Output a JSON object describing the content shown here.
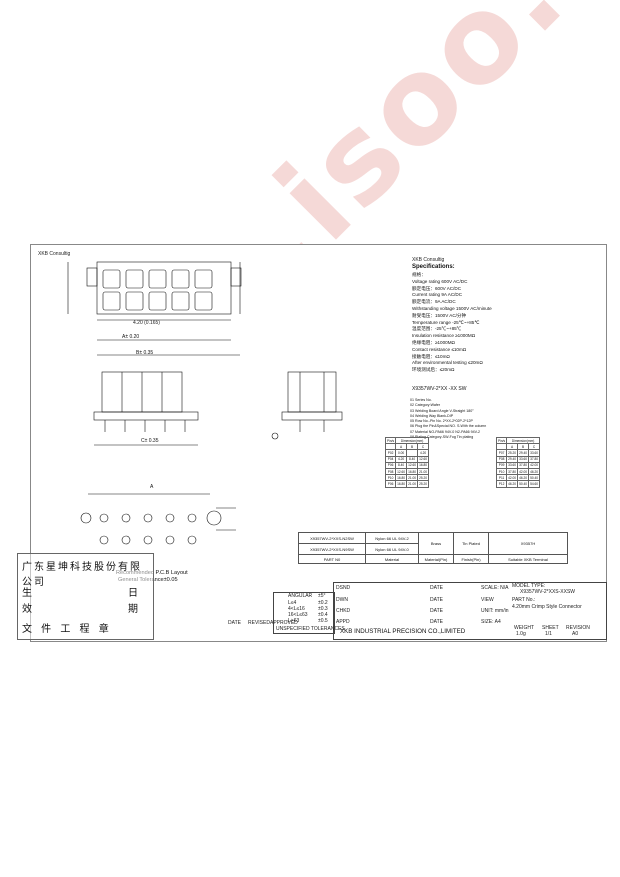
{
  "header": {
    "left_tag": "XKB Consultig",
    "right_tag": "XKB Consultig"
  },
  "specs": {
    "title": "Specifications:",
    "items": [
      "规格：",
      "Voltage rating 600V AC/DC",
      "额定电压：600V AC/DC",
      "Current rating 9A AC/DC",
      "额定电流：9A AC/DC",
      "Withstanding voltage 1500V AC/minute",
      "耐受电压：1500V AC/分钟",
      "Temperature range -25℃~+85℃",
      "温度范围：-25℃~+85℃",
      "Insulation resistance ≥1000MΩ",
      "绝缘电阻：≥1000MΩ",
      "Contact resistance ≤10mΩ",
      "接触电阻：≤10mΩ",
      "After environmental testing ≤20mΩ",
      "环境测试后：≤20mΩ"
    ]
  },
  "part_code": "X9357WV-2*XX  -XX SW",
  "notes": [
    "01  Series No.",
    "02  Category:Wafer",
    "03  Welding Board Angle V-Straight 180°",
    "04  Welding Way Blank-DIP",
    "05  Row No.-Pin No. 2*XX-2*02P-2*12P",
    "06  Plug the Pin&Special NO. S-With the column",
    "07  Material NO-PA66 94V-0 N2-PA66 94V-2",
    "08  Plating Category-SW-Fog Tin plating"
  ],
  "dim_table_left": {
    "header": [
      "Pin/s",
      "Dimension(mm)"
    ],
    "cols": [
      "",
      "A",
      "B",
      "C"
    ],
    "rows": [
      [
        "P02",
        "0.00",
        "",
        "4.20"
      ],
      [
        "P04",
        "4.20",
        "8.40",
        "12.60"
      ],
      [
        "P06",
        "8.40",
        "12.60",
        "16.80"
      ],
      [
        "P08",
        "12.60",
        "16.80",
        "21.00"
      ],
      [
        "P10",
        "16.80",
        "21.00",
        "25.20"
      ],
      [
        "P06",
        "16.80",
        "21.00",
        "25.20"
      ]
    ]
  },
  "dim_table_right": {
    "header": [
      "Pin/s",
      "Dimension(mm)"
    ],
    "cols": [
      "",
      "A",
      "B",
      "C"
    ],
    "rows": [
      [
        "P07",
        "25.20",
        "29.40",
        "33.60"
      ],
      [
        "P08",
        "29.40",
        "33.60",
        "37.80"
      ],
      [
        "P09",
        "33.60",
        "37.80",
        "42.00"
      ],
      [
        "P10",
        "37.80",
        "42.00",
        "46.20"
      ],
      [
        "P11",
        "42.00",
        "46.20",
        "50.40"
      ],
      [
        "P12",
        "46.20",
        "50.40",
        "54.60"
      ]
    ]
  },
  "drawing_labels": {
    "a_tol": "A± 0.20",
    "b_tol": "B± 0.35",
    "c_tol": "C± 0.35",
    "a_bottom": "A",
    "pcb_title": "Recommended P.C.B Layout",
    "pcb_tol": "General Tolerance±0.05"
  },
  "parts_table": {
    "rows": [
      [
        "X9357WV-2*XXS-N2SW",
        "Nylon 66 UL 94V-2",
        "Brass",
        "Tin Plated",
        "X9357H"
      ],
      [
        "X9357WV-2*XXS-N9SW",
        "Nylon 66 UL 94V-0",
        "",
        "",
        ""
      ]
    ],
    "footer": [
      "PART N0",
      "Material",
      "Material(Pin)",
      "Finish(Pin)",
      "Suitable XKB Terminal"
    ]
  },
  "title_block": {
    "dsnd": "DSND",
    "dwn": "DWN",
    "chkd": "CHKD",
    "appd": "APPD",
    "date": "DATE",
    "scale": "SCALE: N/A",
    "view": "VIEW",
    "unit": "UNIT: mm/in",
    "size": "SIZE: A4",
    "model_type_label": "MODEL TYPE:",
    "model_type": "X9357WV-2*XXS-XXSW",
    "part_no_label": "PART No.:",
    "part_desc": "4.20mm Crimp Style Connector",
    "company": "XKB INDUSTRIAL PRECISION CO.,LIMITED",
    "weight_label": "WEIGHT",
    "weight": "1.0g",
    "sheet_label": "SHEET",
    "sheet": "1/1",
    "revision_label": "REVISION",
    "revision": "A0",
    "angular": "ANGULAR",
    "angular_val": "±5°",
    "tol_rows": [
      [
        "L≤4",
        "±0.2"
      ],
      [
        "4<L≤16",
        "±0.3"
      ],
      [
        "16<L≤63",
        "±0.4"
      ],
      [
        "L>63",
        "±0.5"
      ]
    ],
    "unspec": "UNSPECIFIED TOLERANCES",
    "date_col": "DATE",
    "revised": "REVISED",
    "approved": "APPROVED"
  },
  "stamp": {
    "title": "广东星坤科技股份有限公司",
    "row1": "生",
    "row1b": "日",
    "row2": "效",
    "row2b": "期",
    "row3": "文 件 工 程 章"
  },
  "watermark": "isee.isoo.com"
}
